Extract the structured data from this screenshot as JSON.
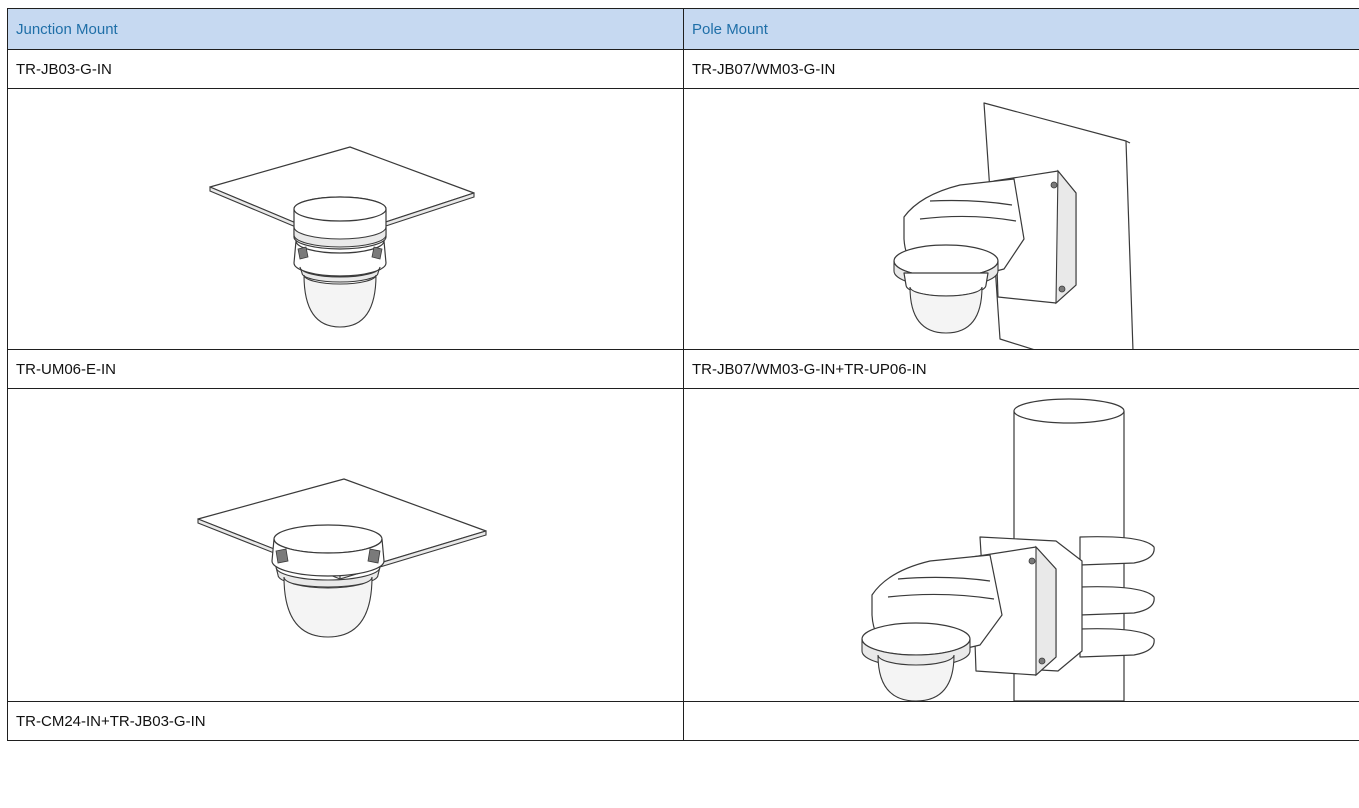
{
  "table": {
    "header": {
      "col1": "Junction Mount",
      "col2": "Pole Mount"
    },
    "rows": [
      {
        "left": "TR-JB03-G-IN",
        "right": "TR-JB07/WM03-G-IN"
      },
      {
        "left": "TR-UM06-E-IN",
        "right": "TR-JB07/WM03-G-IN+TR-UP06-IN"
      },
      {
        "left": "TR-CM24-IN+TR-JB03-G-IN",
        "right": ""
      }
    ],
    "images": [
      {
        "left": "ceiling-junction-dome-drawing",
        "right": "wall-mount-dome-drawing"
      },
      {
        "left": "ceiling-dome-drawing",
        "right": "pole-mount-dome-drawing"
      }
    ]
  },
  "colors": {
    "header_bg": "#c6d9f1",
    "header_text": "#1f6fa8",
    "border": "#1f1f1f"
  }
}
